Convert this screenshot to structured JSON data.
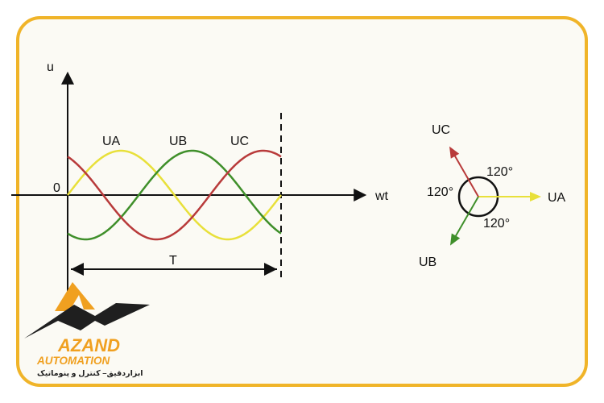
{
  "colors": {
    "phase_a": "#e8e03a",
    "phase_b": "#3f8f2a",
    "phase_c": "#b83a3a",
    "frame_border": "#f0b429",
    "frame_fill": "#fbfaf4",
    "outer_bg": "#2b2b2b",
    "logo_orange": "#f0a020",
    "logo_dark": "#1f1f1f"
  },
  "waveform": {
    "y_axis_label": "u",
    "x_axis_label": "wt",
    "origin_label": "0",
    "period_label": "T",
    "phase_labels": [
      "UA",
      "UB",
      "UC"
    ]
  },
  "phasor": {
    "labels": {
      "a": "UA",
      "b": "UB",
      "c": "UC"
    },
    "angle_labels": [
      "120°",
      "120°",
      "120°"
    ],
    "angles_deg": {
      "a": 0,
      "b": 240,
      "c": 120
    }
  },
  "logo": {
    "name": "AZAND",
    "tagline": "AUTOMATION",
    "subtitle": "ابزاردقیق– کنترل و پنوماتیک"
  }
}
